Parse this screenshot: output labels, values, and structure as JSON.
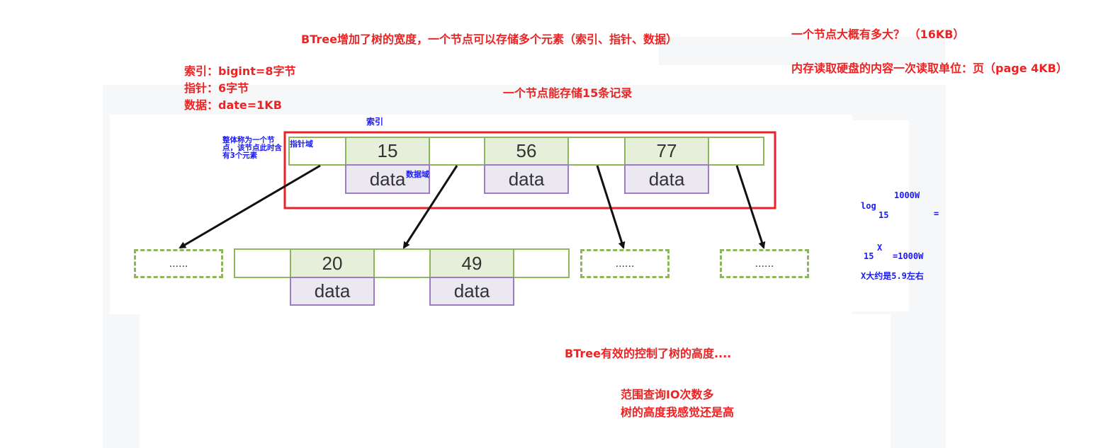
{
  "notes": {
    "btree_width": "BTree增加了树的宽度，一个节点可以存储多个元素（索引、指针、数据）",
    "node_size": "一个节点大概有多大？ （16KB）",
    "page_unit": "内存读取硬盘的内容一次读取单位：页（page 4KB）",
    "index_size": "索引：bigint=8字节",
    "pointer_size": "指针：6字节",
    "data_size": "数据：date=1KB",
    "node_records": "一个节点能存储15条记录",
    "height_control": "BTree有效的控制了树的高度....",
    "range_io": "范围查询IO次数多",
    "height_feel": "树的高度我感觉还是高"
  },
  "labels": {
    "index_label": "索引",
    "whole_node": "整体称为一个节点，该节点此时含有3个元素",
    "pointer_field": "指针域",
    "data_field": "数据域"
  },
  "root": {
    "keys": [
      "15",
      "56",
      "77"
    ],
    "data": [
      "data",
      "data",
      "data"
    ]
  },
  "child": {
    "keys": [
      "20",
      "49"
    ],
    "data": [
      "data",
      "data"
    ]
  },
  "placeholder": "......",
  "formula": {
    "log": "log",
    "base": "15",
    "arg": "1000W",
    "eq": "=",
    "pow_base": "15",
    "pow_exp": "X",
    "pow_rhs": "=1000W",
    "result": "X大约是5.9左右"
  },
  "colors": {
    "note_red": "#ee2222",
    "label_blue": "#1a1aff",
    "key_green": "#8db65a",
    "data_purple": "#9c7cc2",
    "highlight_red": "#e8232a"
  }
}
